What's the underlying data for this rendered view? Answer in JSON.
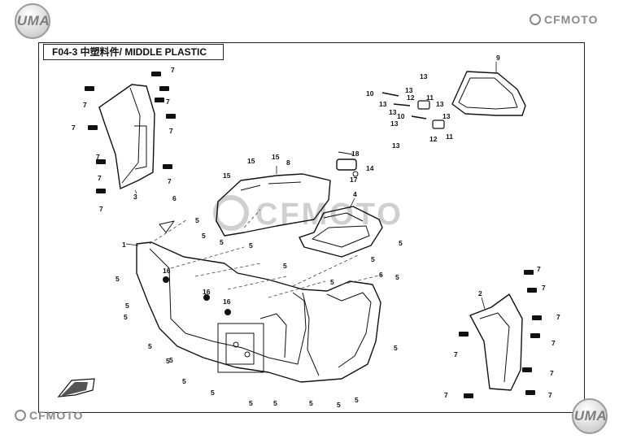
{
  "title": "F04-3 中塑料件/ MIDDLE PLASTIC",
  "logos": {
    "uma_top": "UMA",
    "uma_bottom": "UMA",
    "cfmoto_top": "CFMOTO",
    "cfmoto_bottom": "CFMOTO",
    "cfmoto_watermark": "CFMOTO"
  },
  "callouts": {
    "left_panel_fasteners": [
      "7",
      "7",
      "7",
      "7",
      "7",
      "7",
      "7",
      "7",
      "7"
    ],
    "left_panel": "3",
    "center_cover": "8",
    "center_screws_15": [
      "15",
      "15",
      "15"
    ],
    "latch_18": "18",
    "latch_17": "17",
    "latch_14": "14",
    "battery_box": "4",
    "bolts_5": [
      "5",
      "5",
      "5",
      "5",
      "5",
      "5",
      "5",
      "5",
      "5",
      "5",
      "5",
      "5",
      "5",
      "5",
      "5",
      "5",
      "5",
      "5",
      "5",
      "5",
      "5",
      "5",
      "5"
    ],
    "bolts_6": [
      "6",
      "6"
    ],
    "main_shell": "1",
    "clips_16": [
      "16",
      "16",
      "16"
    ],
    "rack_9": "9",
    "hardware_10": [
      "10",
      "10"
    ],
    "hardware_11": [
      "11",
      "11"
    ],
    "hardware_12": [
      "12",
      "12"
    ],
    "hardware_13": [
      "13",
      "13",
      "13",
      "13",
      "13",
      "13",
      "13",
      "13"
    ],
    "right_panel": "2",
    "right_panel_fasteners": [
      "7",
      "7",
      "7",
      "7",
      "7",
      "7",
      "7",
      "7"
    ]
  }
}
